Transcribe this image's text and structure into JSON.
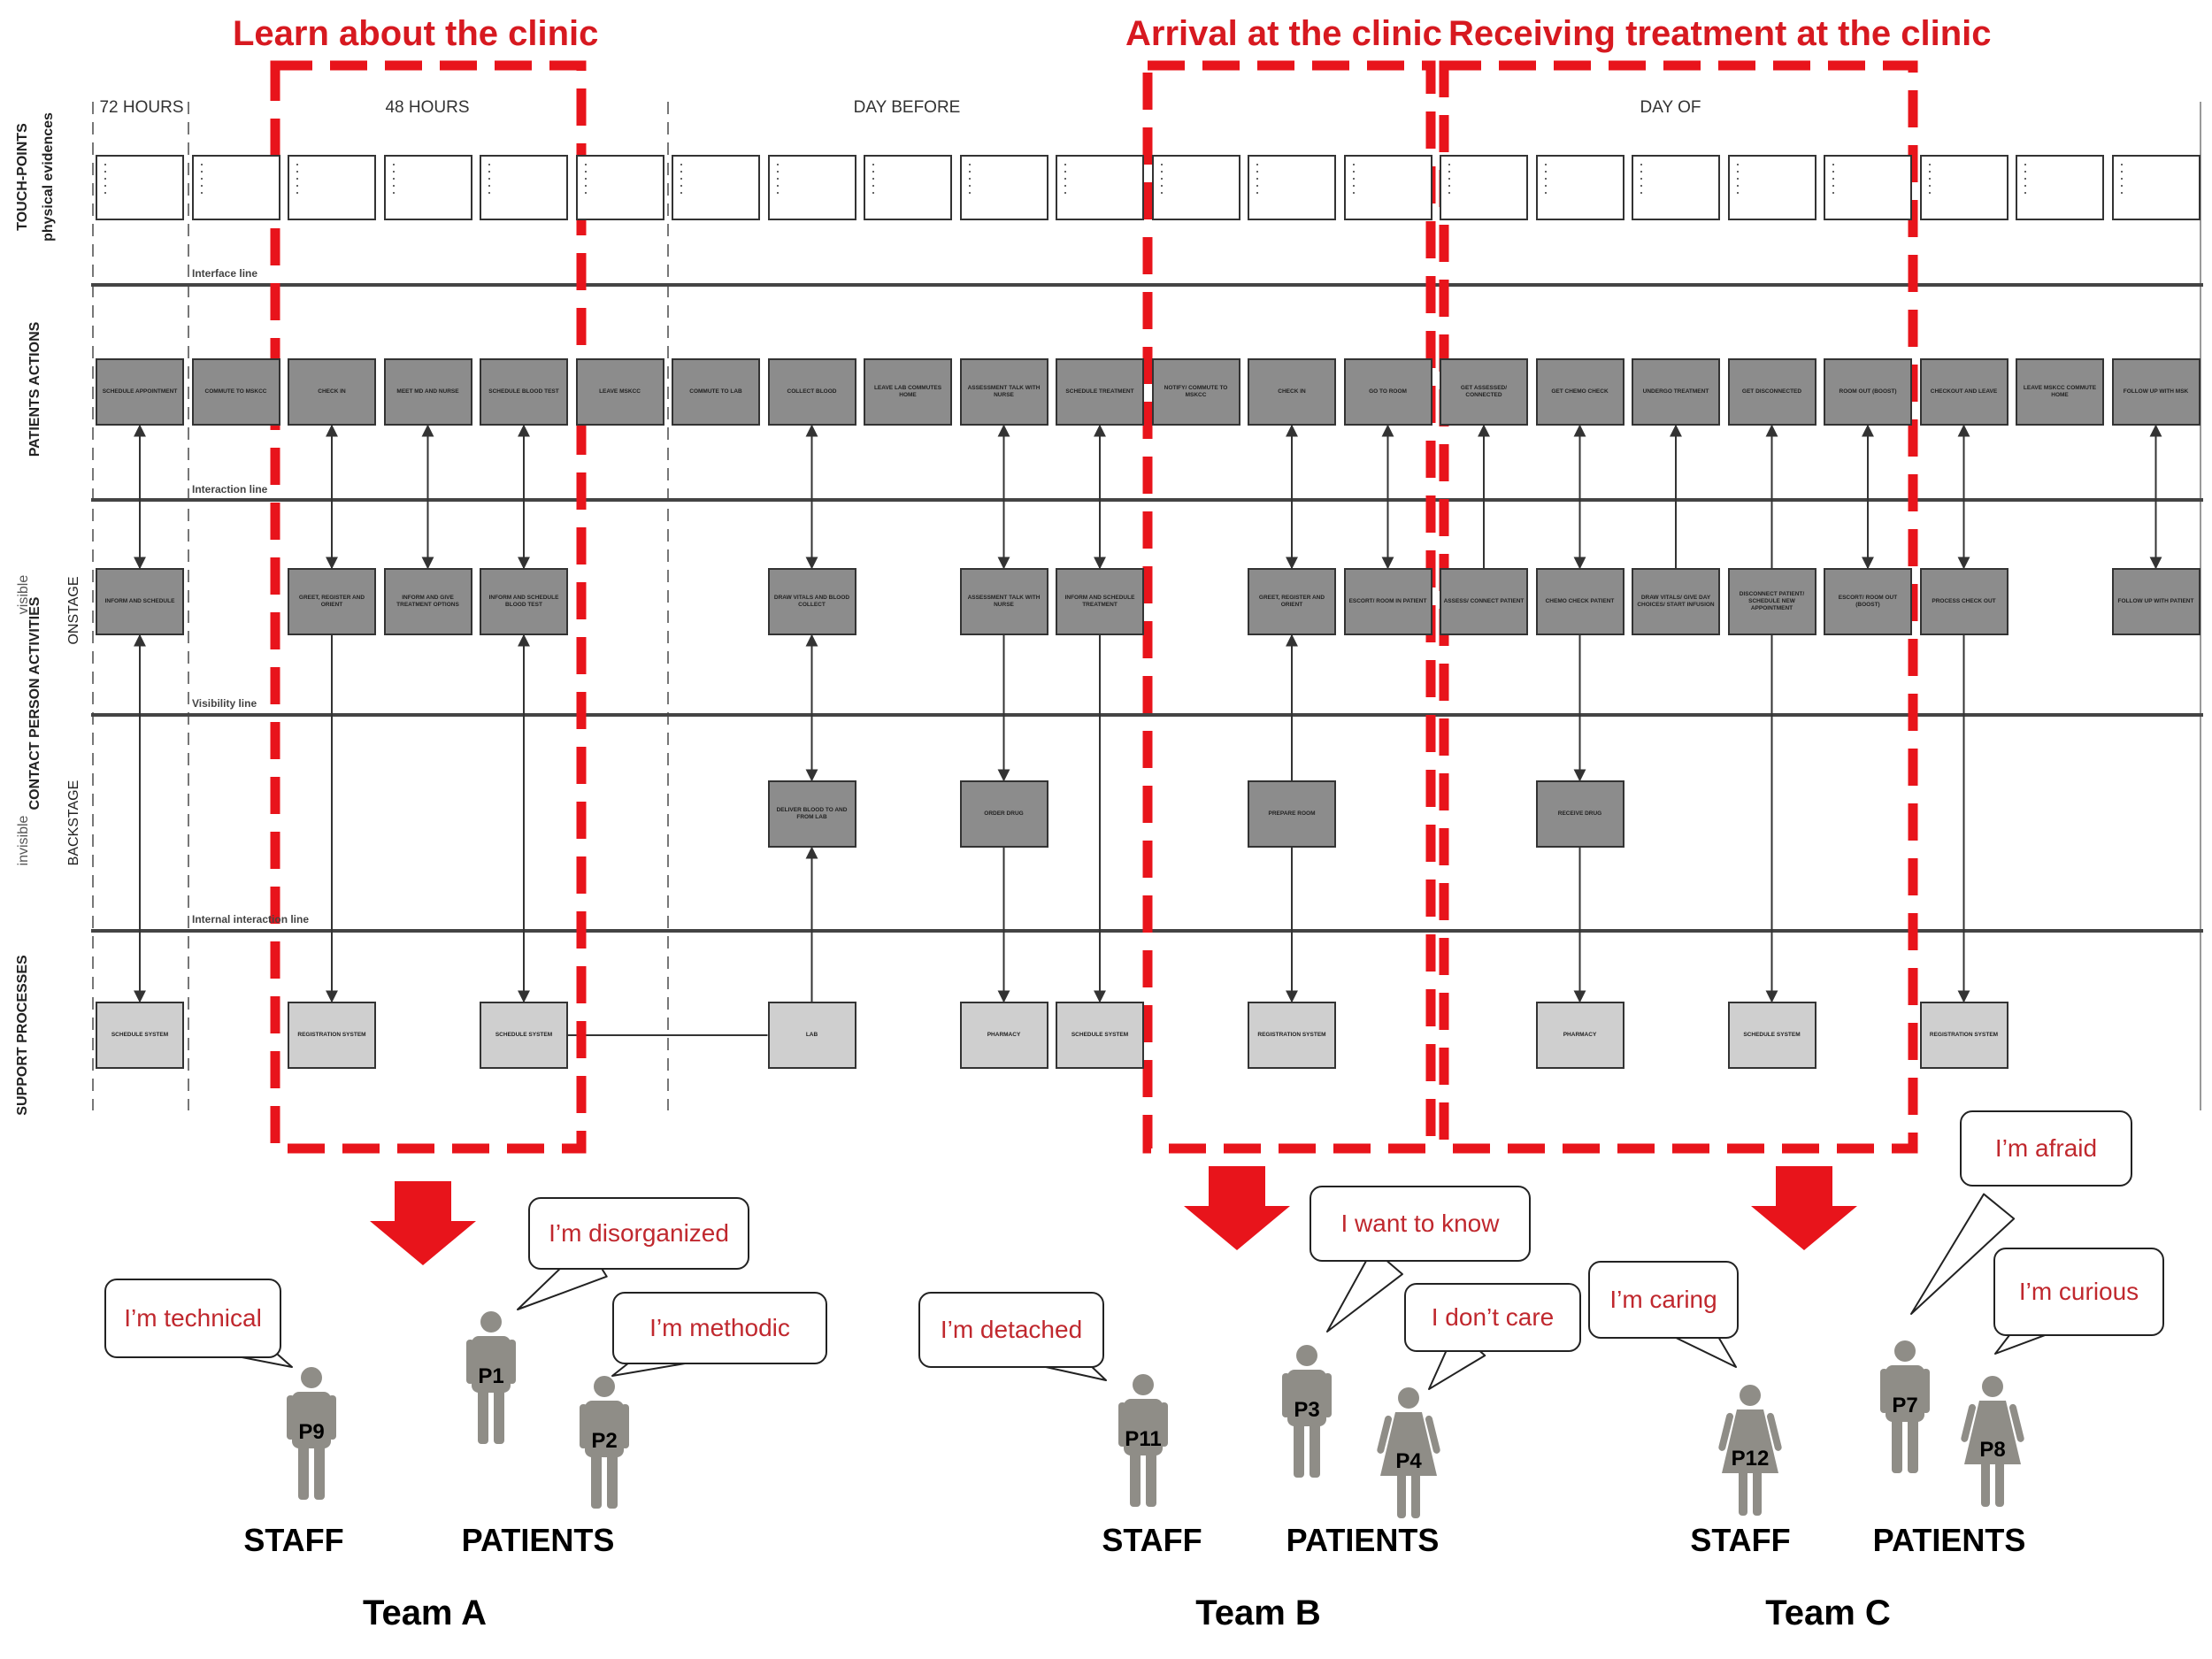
{
  "highlights": [
    {
      "label": "Learn about the clinic"
    },
    {
      "label": "Arrival at the clinic"
    },
    {
      "label": "Receiving treatment at the clinic"
    }
  ],
  "time_columns": [
    "72  HOURS",
    "48  HOURS",
    "DAY BEFORE",
    "DAY OF"
  ],
  "lanes": {
    "touchpoints": "TOUCH-POINTS",
    "touchpoints_sub": "physical evidences",
    "patients": "PATIENTS ACTIONS",
    "contact": "CONTACT PERSON ACTIVITIES",
    "onstage": "ONSTAGE",
    "visible": "visible",
    "backstage": "BACKSTAGE",
    "invisible": "invisible",
    "support": "SUPPORT PROCESSES"
  },
  "line_labels": [
    "Interface line",
    "Interaction line",
    "Visibility line",
    "Internal interaction line"
  ],
  "patient_actions": [
    "SCHEDULE APPOINTMENT",
    "COMMUTE TO MSKCC",
    "CHECK IN",
    "MEET MD AND NURSE",
    "SCHEDULE BLOOD TEST",
    "LEAVE MSKCC",
    "COMMUTE TO LAB",
    "COLLECT BLOOD",
    "LEAVE LAB COMMUTES HOME",
    "ASSESSMENT TALK WITH NURSE",
    "SCHEDULE TREATMENT",
    "NOTIFY/ COMMUTE TO MSKCC",
    "CHECK IN",
    "GO TO ROOM",
    "GET ASSESSED/ CONNECTED",
    "GET CHEMO CHECK",
    "UNDERGO TREATMENT",
    "GET DISCONNECTED",
    "ROOM OUT (BOOST)",
    "CHECKOUT AND LEAVE",
    "LEAVE MSKCC COMMUTE HOME",
    "FOLLOW UP WITH MSK"
  ],
  "onstage": [
    "INFORM AND SCHEDULE",
    "GREET, REGISTER AND ORIENT",
    "INFORM AND GIVE TREATMENT OPTIONS",
    "INFORM AND SCHEDULE BLOOD TEST",
    "DRAW VITALS AND BLOOD COLLECT",
    "ASSESSMENT TALK WITH NURSE",
    "INFORM AND SCHEDULE TREATMENT",
    "GREET, REGISTER AND ORIENT",
    "ESCORT/ ROOM IN PATIENT",
    "ASSESS/ CONNECT PATIENT",
    "CHEMO CHECK PATIENT",
    "DRAW VITALS/ GIVE DAY CHOICES/ START INFUSION",
    "DISCONNECT PATIENT/ SCHEDULE NEW APPOINTMENT",
    "ESCORT/ ROOM OUT (BOOST)",
    "PROCESS CHECK OUT",
    "FOLLOW UP WITH PATIENT"
  ],
  "backstage": [
    "DELIVER BLOOD TO AND FROM LAB",
    "ORDER DRUG",
    "PREPARE ROOM",
    "RECEIVE DRUG"
  ],
  "support": [
    "SCHEDULE SYSTEM",
    "REGISTRATION SYSTEM",
    "SCHEDULE SYSTEM",
    "LAB",
    "PHARMACY",
    "SCHEDULE SYSTEM",
    "REGISTRATION SYSTEM",
    "PHARMACY",
    "SCHEDULE SYSTEM",
    "REGISTRATION SYSTEM"
  ],
  "bubbles": [
    "I’m technical",
    "I’m disorganized",
    "I’m methodic",
    "I’m detached",
    "I want to know",
    "I don’t care",
    "I’m caring",
    "I’m afraid",
    "I’m curious"
  ],
  "people": [
    "P9",
    "P1",
    "P2",
    "P11",
    "P3",
    "P4",
    "P12",
    "P7",
    "P8"
  ],
  "groups": [
    "STAFF",
    "PATIENTS",
    "STAFF",
    "PATIENTS",
    "STAFF",
    "PATIENTS"
  ],
  "teams": [
    "Team A",
    "Team B",
    "Team C"
  ],
  "colors": {
    "accent": "#e8141b",
    "box_dark": "#8c8c8c",
    "box_light": "#cfcfcf",
    "bubble_text": "#c0282e",
    "figure": "#8f8d87"
  }
}
